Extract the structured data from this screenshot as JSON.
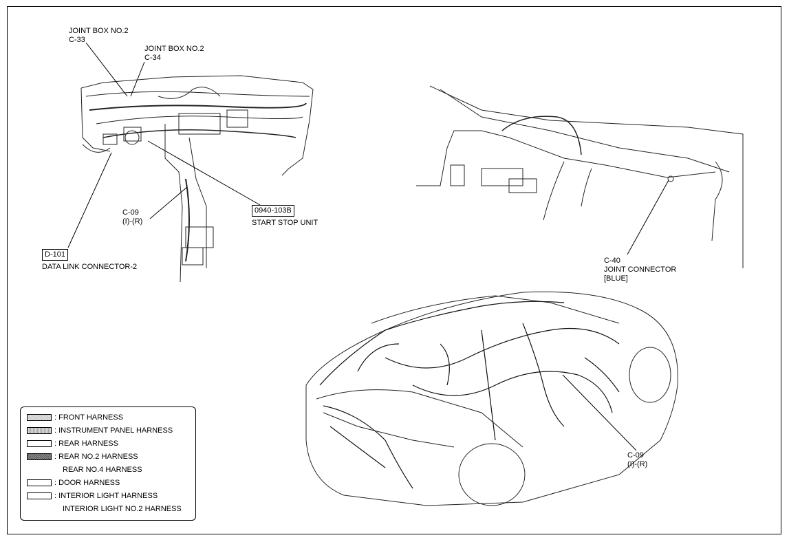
{
  "labels": {
    "joint_box_c33_line1": "JOINT BOX NO.2",
    "joint_box_c33_line2": "C-33",
    "joint_box_c34_line1": "JOINT BOX NO.2",
    "joint_box_c34_line2": "C-34",
    "c09_top_line1": "C-09",
    "c09_top_line2": "(I)-(R)",
    "start_stop_code": "0940-103B",
    "start_stop_name": "START STOP UNIT",
    "dlc_code": "D-101",
    "dlc_name": "DATA LINK CONNECTOR-2",
    "c40_line1": "C-40",
    "c40_line2": "JOINT CONNECTOR",
    "c40_line3": "[BLUE]",
    "c09_bottom_line1": "C-09",
    "c09_bottom_line2": "(I)-(R)"
  },
  "legend": {
    "front": ": FRONT HARNESS",
    "instrument_panel": ": INSTRUMENT PANEL HARNESS",
    "rear": ": REAR HARNESS",
    "rear_no2": ": REAR NO.2 HARNESS",
    "rear_no4": "REAR NO.4 HARNESS",
    "door": ": DOOR HARNESS",
    "interior_light": ": INTERIOR LIGHT HARNESS",
    "interior_light_no2": "INTERIOR LIGHT NO.2 HARNESS"
  }
}
